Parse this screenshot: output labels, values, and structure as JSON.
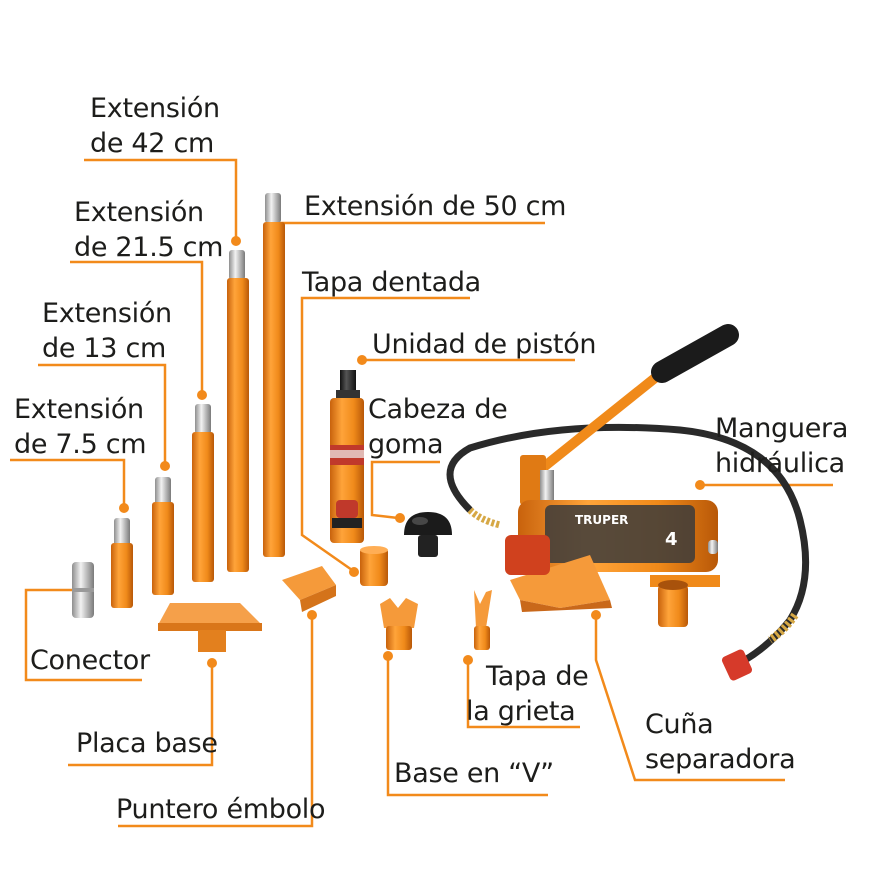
{
  "colors": {
    "accent": "#f28a1b",
    "tube": "#f08a1a",
    "text": "#1d1d1b",
    "hose": "#2a2a2a"
  },
  "brand": {
    "logo": "TRUPER",
    "pump_capacity": "4"
  },
  "labels": {
    "ext42_l1": "Extensión",
    "ext42_l2": "de 42 cm",
    "ext215_l1": "Extensión",
    "ext215_l2": "de 21.5 cm",
    "ext13_l1": "Extensión",
    "ext13_l2": "de 13 cm",
    "ext75_l1": "Extensión",
    "ext75_l2": "de 7.5 cm",
    "ext50": "Extensión de 50 cm",
    "tapa_dentada": "Tapa dentada",
    "piston": "Unidad de pistón",
    "cabeza_l1": "Cabeza de",
    "cabeza_l2": "goma",
    "manguera_l1": "Manguera",
    "manguera_l2": "hidráulica",
    "conector": "Conector",
    "placa_base": "Placa base",
    "puntero": "Puntero émbolo",
    "base_v": "Base en “V”",
    "tapa_grieta_l1": "Tapa de",
    "tapa_grieta_l2": "la grieta",
    "cuna_l1": "Cuña",
    "cuna_l2": "separadora"
  }
}
